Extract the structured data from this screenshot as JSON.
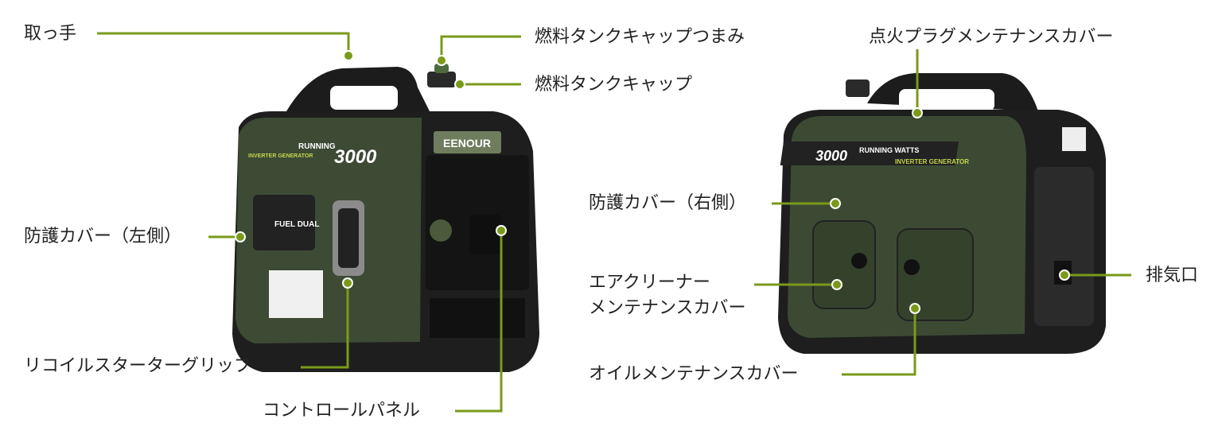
{
  "accent_color": "#7a9a1a",
  "labels": {
    "handle": "取っ手",
    "fuel_cap_knob": "燃料タンクキャップつまみ",
    "fuel_cap": "燃料タンクキャップ",
    "spark_plug_cover": "点火プラグメンテナンスカバー",
    "cover_right": "防護カバー（右側）",
    "cover_left": "防護カバー（左側）",
    "air_cleaner_line1": "エアクリーナー",
    "air_cleaner_line2": "メンテナンスカバー",
    "exhaust": "排気口",
    "recoil": "リコイルスターターグリップ",
    "control_panel": "コントロールパネル",
    "oil_cover": "オイルメンテナンスカバー"
  },
  "product_marks": {
    "brand": "EENOUR",
    "running_watts": "RUNNING WATTS",
    "watts": "3000",
    "type": "INVERTER GENERATOR",
    "fuel": "FUEL DUAL"
  }
}
